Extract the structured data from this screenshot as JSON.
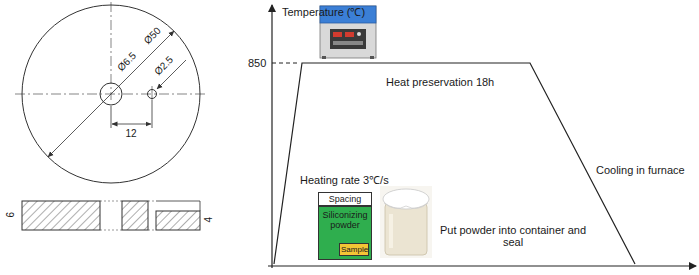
{
  "diagram": {
    "nodes": [
      {
        "text": [
          "Spacing"
        ]
      },
      {
        "text": [
          "Siliconizing powder"
        ]
      },
      {
        "text": [
          "Sample"
        ],
        "in": 1
      }
    ],
    "labels": [
      "Ø50",
      "Ø6.5",
      "Ø2.5",
      "12",
      "6",
      "4",
      "Temperature (℃)",
      "850",
      "Heat preservation 18h",
      "Heating rate 3℃/s",
      "Cooling in furnace",
      "Put powder into container and seal"
    ]
  }
}
